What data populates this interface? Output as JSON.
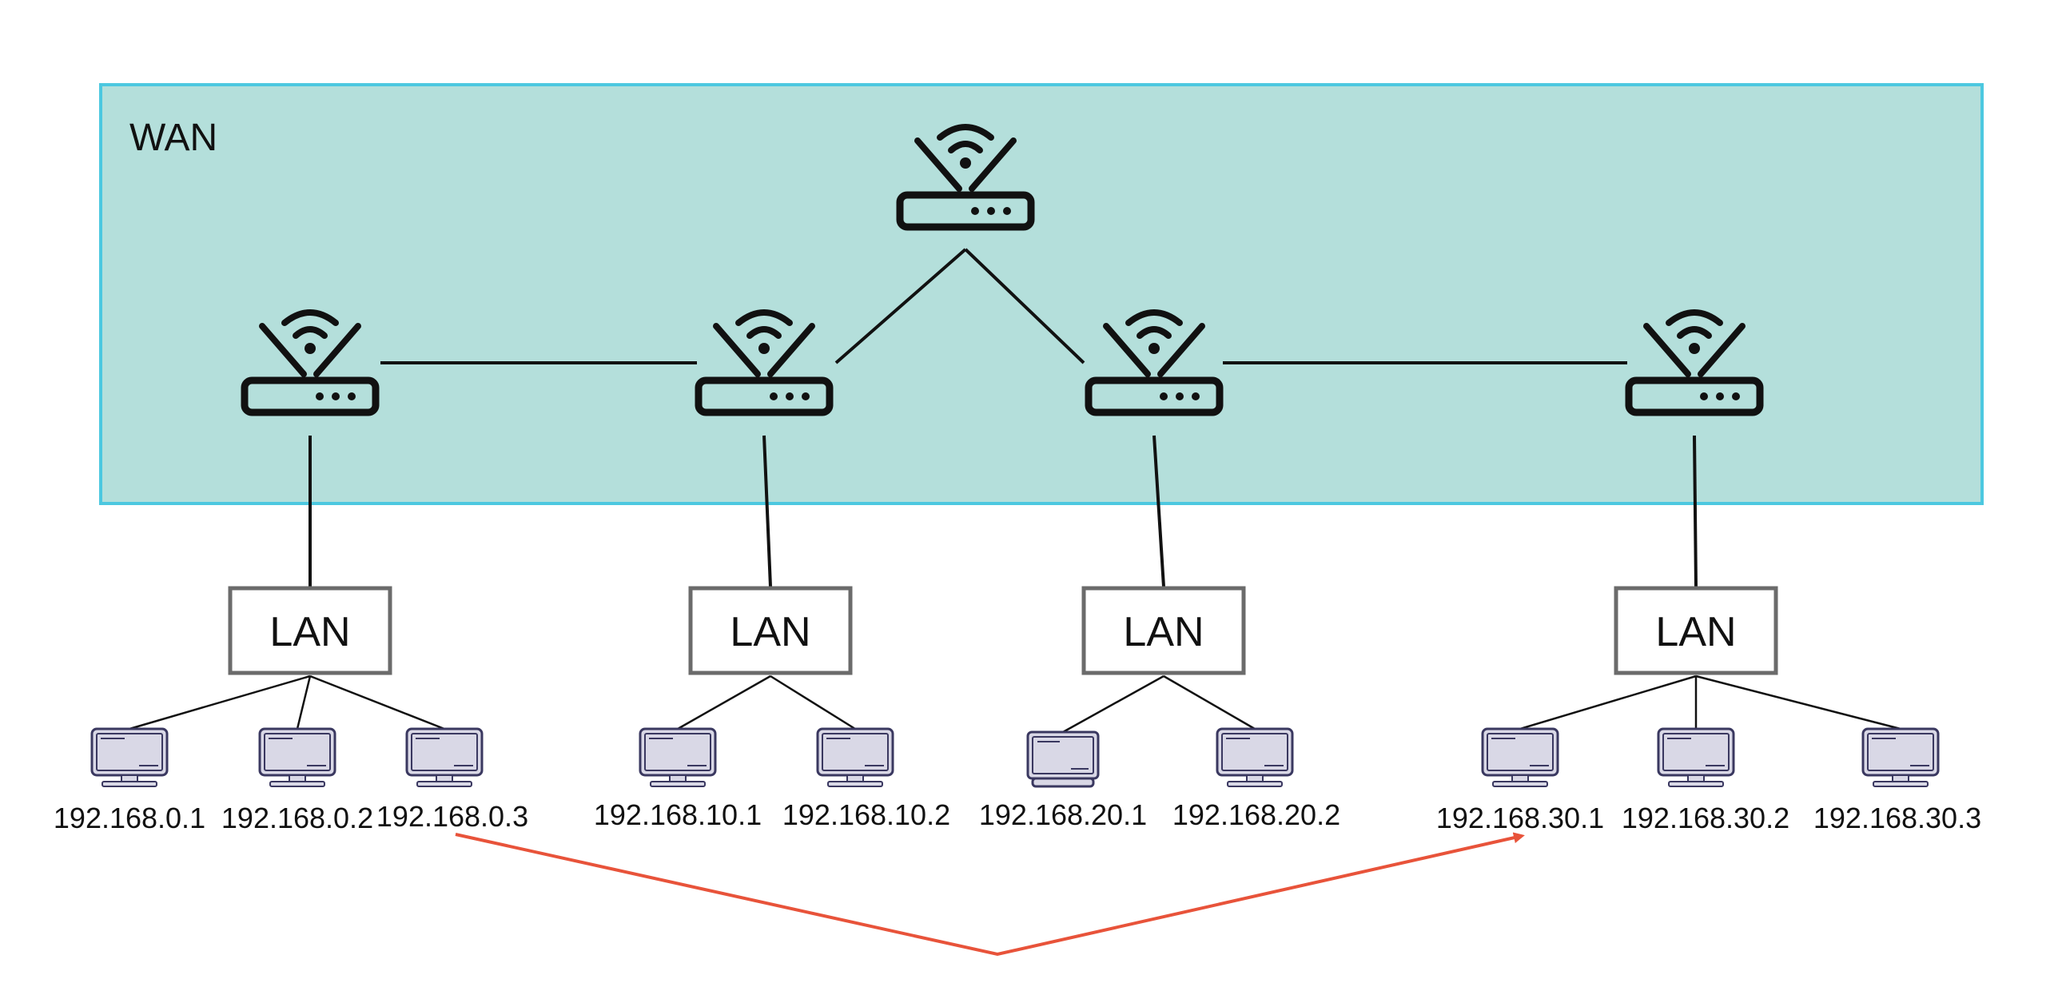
{
  "wan": {
    "label": "WAN",
    "fill": "#b4dfdb",
    "border": "#4cc8e0"
  },
  "routers": [
    {
      "id": "router-top",
      "icon": "wifi-router-icon"
    },
    {
      "id": "router-1",
      "icon": "wifi-router-icon"
    },
    {
      "id": "router-2",
      "icon": "wifi-router-icon"
    },
    {
      "id": "router-3",
      "icon": "wifi-router-icon"
    },
    {
      "id": "router-4",
      "icon": "wifi-router-icon"
    }
  ],
  "lans": [
    {
      "label": "LAN",
      "hosts": [
        {
          "ip": "192.168.0.1",
          "icon": "computer-icon"
        },
        {
          "ip": "192.168.0.2",
          "icon": "computer-icon"
        },
        {
          "ip": "192.168.0.3",
          "icon": "computer-icon"
        }
      ]
    },
    {
      "label": "LAN",
      "hosts": [
        {
          "ip": "192.168.10.1",
          "icon": "computer-icon"
        },
        {
          "ip": "192.168.10.2",
          "icon": "computer-icon"
        }
      ]
    },
    {
      "label": "LAN",
      "hosts": [
        {
          "ip": "192.168.20.1",
          "icon": "laptop-icon"
        },
        {
          "ip": "192.168.20.2",
          "icon": "computer-icon"
        }
      ]
    },
    {
      "label": "LAN",
      "hosts": [
        {
          "ip": "192.168.30.1",
          "icon": "computer-icon"
        },
        {
          "ip": "192.168.30.2",
          "icon": "computer-icon"
        },
        {
          "ip": "192.168.30.3",
          "icon": "computer-icon"
        }
      ]
    }
  ],
  "connections": [
    {
      "from": "router-1",
      "to": "router-2"
    },
    {
      "from": "router-2",
      "to": "router-top"
    },
    {
      "from": "router-top",
      "to": "router-3"
    },
    {
      "from": "router-3",
      "to": "router-4"
    }
  ],
  "path_arrow": {
    "from": "192.168.0.3",
    "to": "192.168.30.1",
    "color": "#e8533a"
  },
  "colors": {
    "line": "#111111",
    "lan_border": "#6b6b6b",
    "pc_fill": "#d9d8e6",
    "pc_stroke": "#3a3860"
  }
}
